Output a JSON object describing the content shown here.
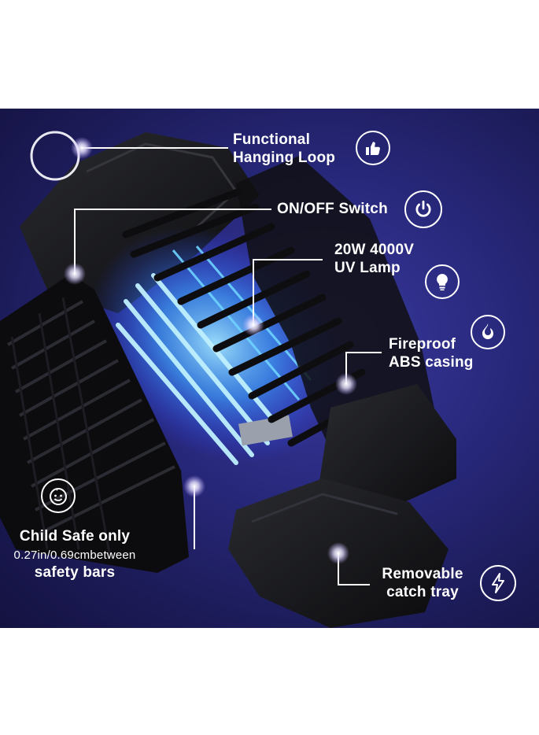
{
  "callouts": {
    "hanging_loop": {
      "line1": "Functional",
      "line2": "Hanging Loop",
      "icon": "thumbs-up-icon"
    },
    "switch": {
      "text": "ON/OFF Switch",
      "icon": "power-icon"
    },
    "lamp": {
      "line1": "20W 4000V",
      "line2": "UV Lamp",
      "icon": "light-bulb-icon"
    },
    "casing": {
      "line1": "Fireproof",
      "line2": "ABS casing",
      "icon": "flame-icon"
    },
    "child_safe": {
      "line1": "Child Safe only",
      "line2": "0.27in/0.69cmbetween",
      "line3": "safety bars",
      "icon": "baby-face-icon"
    },
    "tray": {
      "line1": "Removable",
      "line2": "catch tray",
      "icon": "lightning-bolt-icon"
    }
  },
  "colors": {
    "background": "#28287c",
    "uv_glow": "#5fc8ff",
    "device": "#111214",
    "text": "#ffffff"
  }
}
